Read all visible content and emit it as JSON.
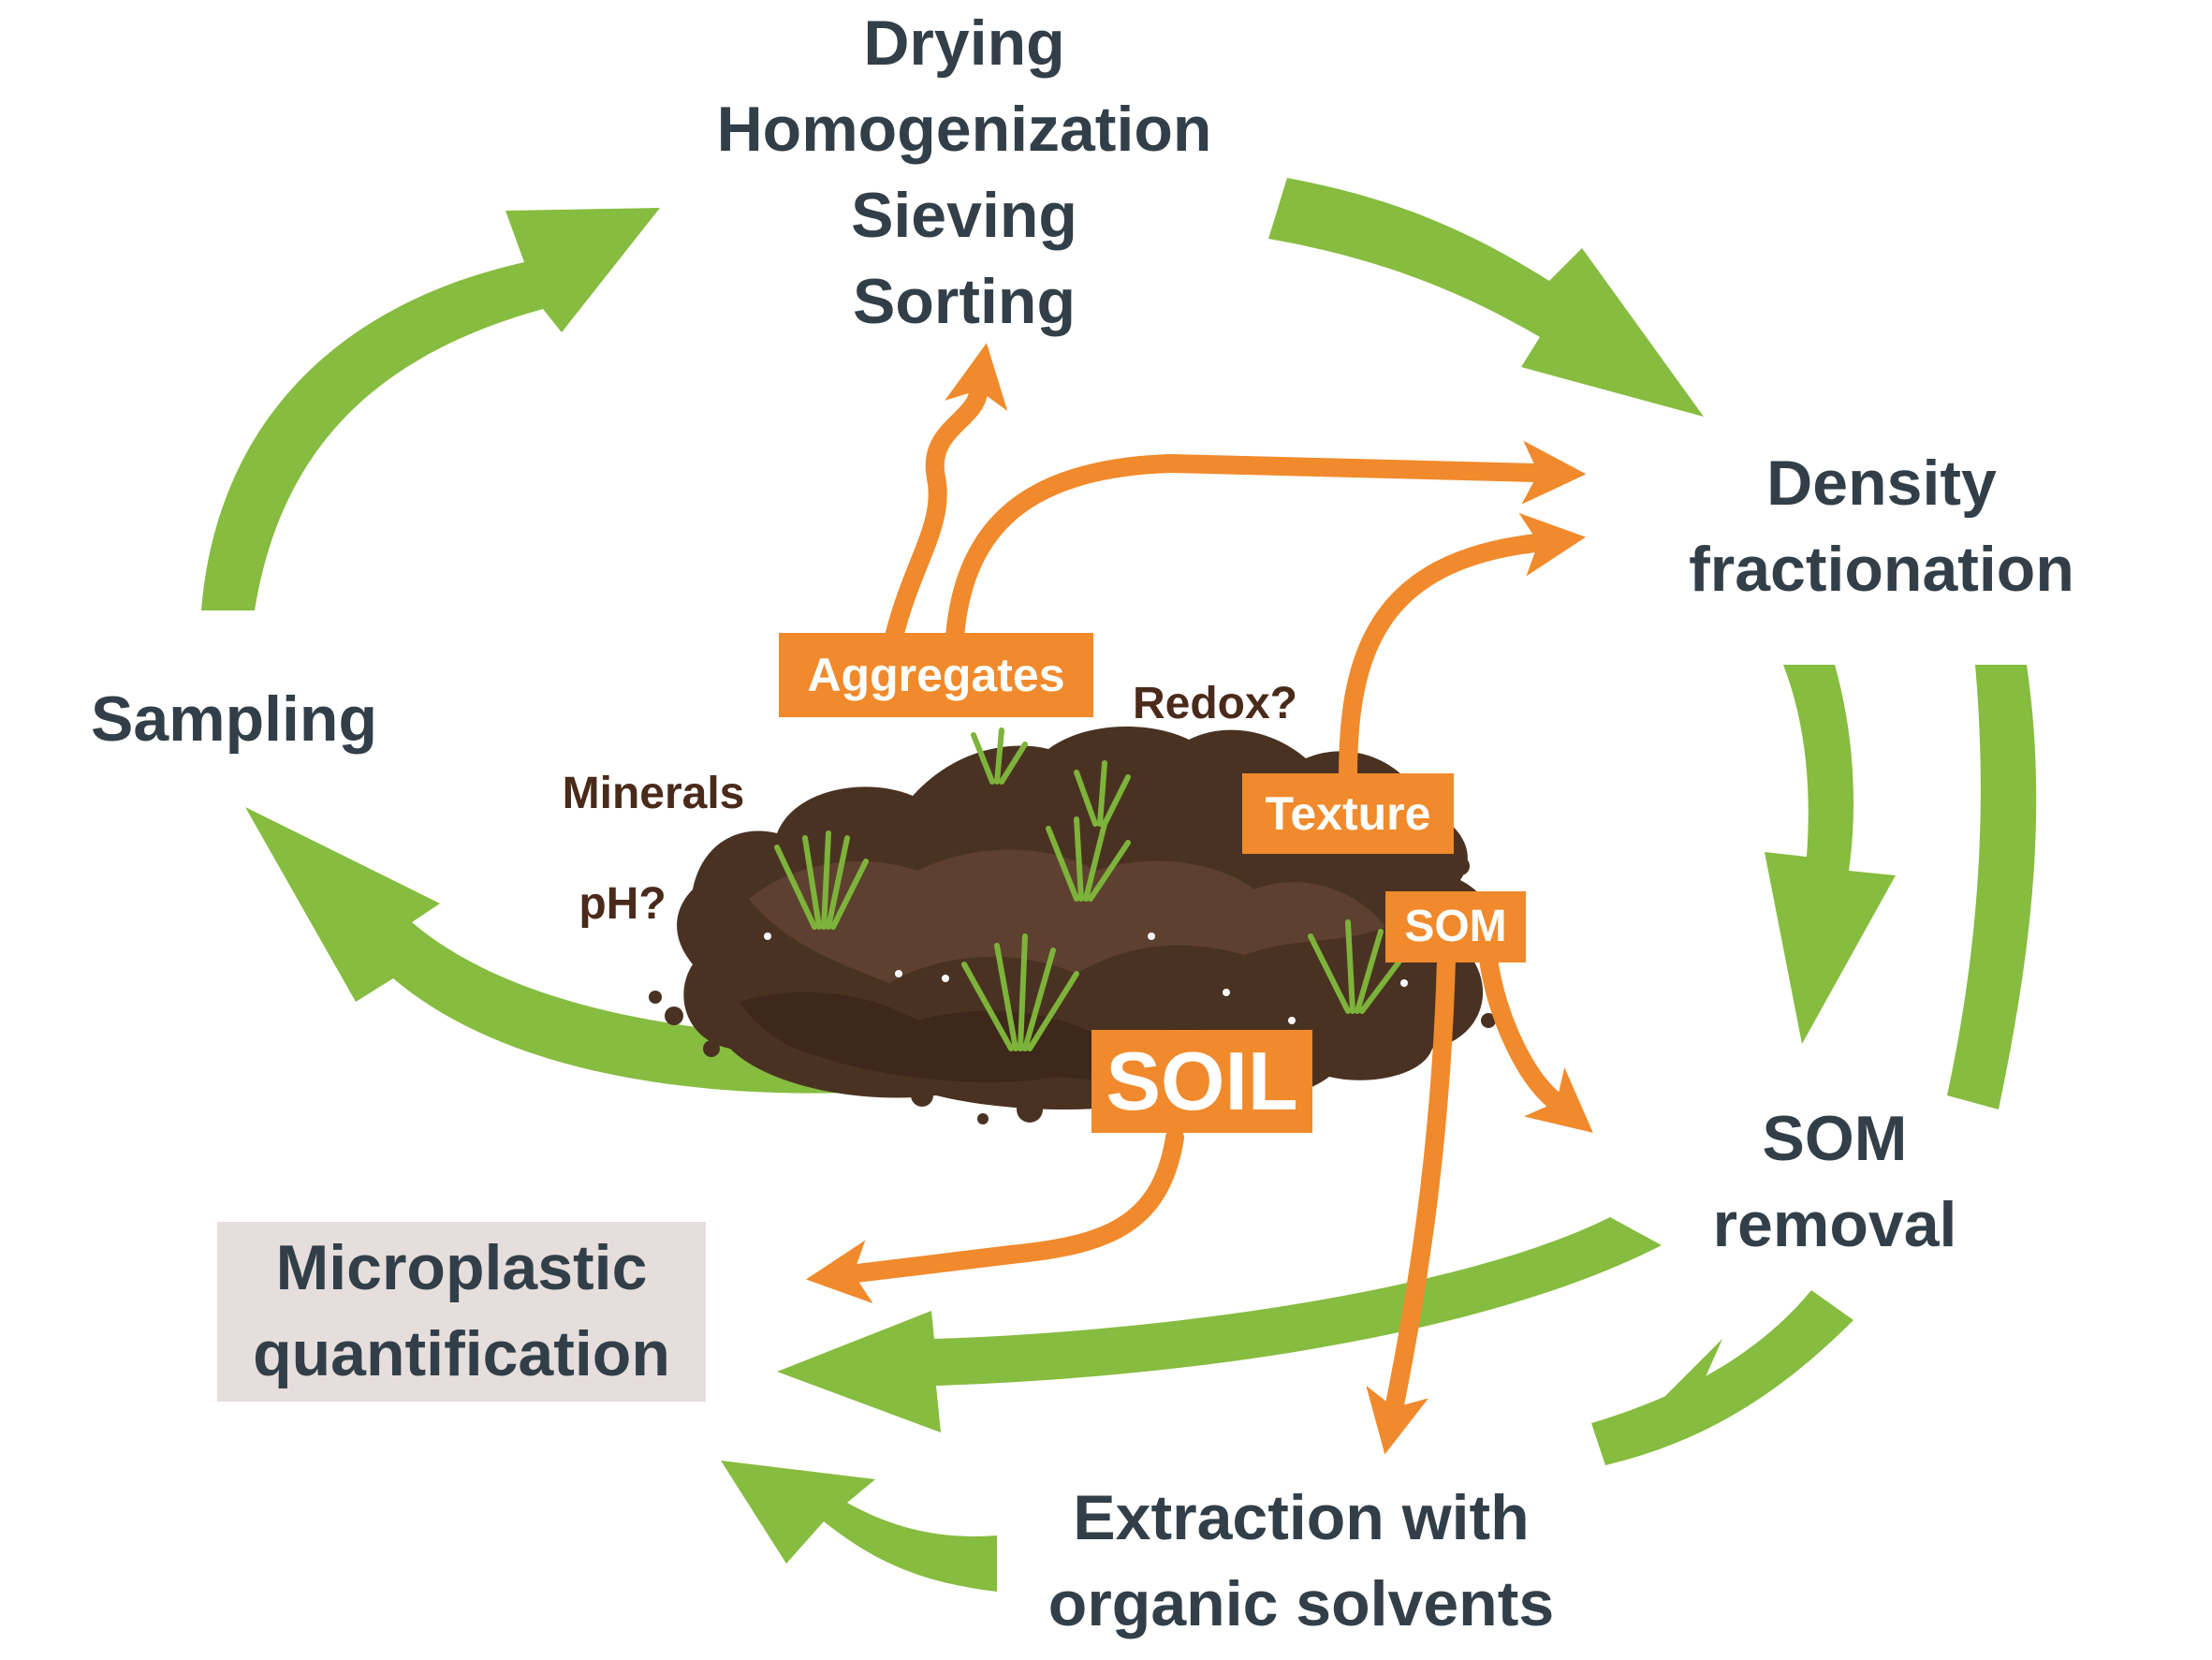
{
  "steps": {
    "prep_lines": [
      "Drying",
      "Homogenization",
      "Sieving",
      "Sorting"
    ],
    "density": [
      "Density",
      "fractionation"
    ],
    "sampling": "Sampling",
    "som_removal": [
      "SOM",
      "removal"
    ],
    "extraction": [
      "Extraction with",
      "organic solvents"
    ],
    "microplastic": [
      "Microplastic",
      "quantification"
    ]
  },
  "soil_tags": {
    "aggregates": "Aggregates",
    "texture": "Texture",
    "som": "SOM",
    "soil": "SOIL"
  },
  "soil_properties": {
    "redox": "Redox?",
    "minerals": "Minerals",
    "ph": "pH?"
  },
  "colors": {
    "green_arrow": "#86bc3f",
    "orange_arrow": "#f08a2c",
    "soil_dark": "#4a3222",
    "soil_mid": "#5e4030",
    "grass": "#7db33a",
    "text": "#323f48",
    "box": "#e6dedc"
  }
}
